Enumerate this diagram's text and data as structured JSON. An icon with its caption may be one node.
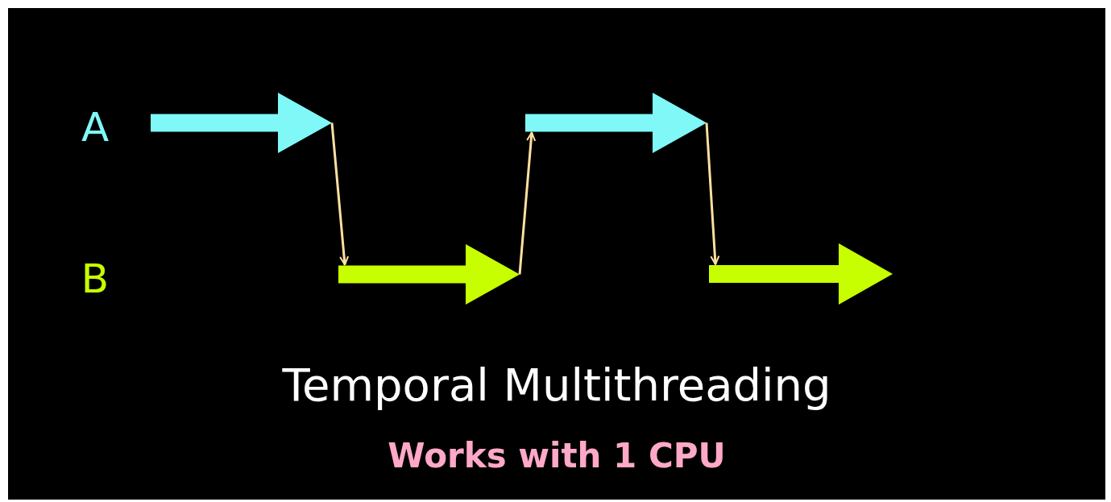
{
  "diagram": {
    "title": "Temporal Multithreading",
    "caption": "Works with 1 CPU",
    "nodes": [
      {
        "text": [
          "A"
        ]
      },
      {
        "text": [
          "B"
        ]
      },
      {
        "text": [],
        "shape": "arrow"
      },
      {
        "text": [],
        "shape": "arrow"
      },
      {
        "text": [],
        "shape": "arrow"
      },
      {
        "text": [],
        "shape": "arrow"
      }
    ],
    "edges": [
      {
        "from": 2,
        "to": 3,
        "arrow": "to"
      },
      {
        "from": 3,
        "to": 4,
        "arrow": "to"
      },
      {
        "from": 4,
        "to": 5,
        "arrow": "to"
      }
    ]
  }
}
